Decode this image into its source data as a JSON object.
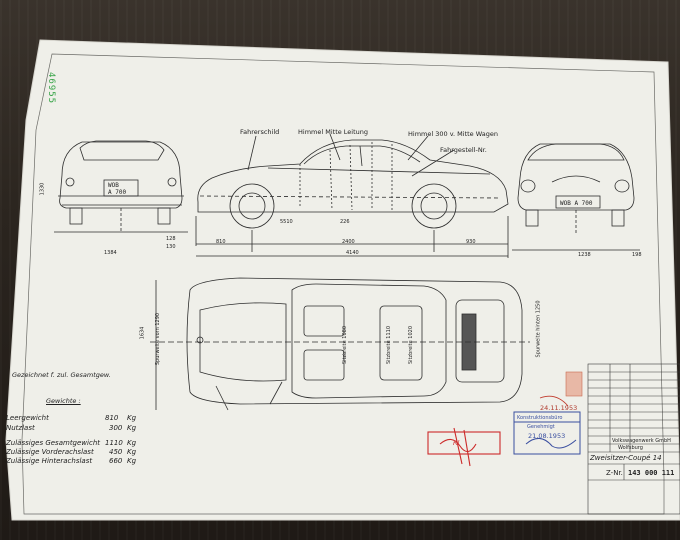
{
  "sheet": {
    "stamp_number": "46955",
    "scale_note": "Gezeichnet f. zul. Gesamtgew.",
    "weights_heading": "Gewichte :",
    "weights": [
      {
        "label": "Leergewicht",
        "value": "810",
        "unit": "Kg"
      },
      {
        "label": "Nutzlast",
        "value": "300",
        "unit": "Kg"
      },
      {
        "label": "Zulässiges Gesamtgewicht",
        "value": "1110",
        "unit": "Kg"
      },
      {
        "label": "Zulässige Vorderachslast",
        "value": "450",
        "unit": "Kg"
      },
      {
        "label": "Zulässige Hinterachslast",
        "value": "660",
        "unit": "Kg"
      }
    ],
    "annotations": {
      "fahrerschild": "Fahrerschild",
      "himmel_mitte_leitung": "Himmel Mitte Leitung",
      "himmel_300": "Himmel 300 v. Mitte Wagen",
      "fahrgestell": "Fahrgestell-Nr.",
      "plate_rear": "WOB A 700",
      "plate_front": "WOB A 700",
      "spurweite_vorn": "Spurweite vorn 1290",
      "spurweite_hinten": "Spurweite hinten 1250",
      "sitzbreite_1": "Sitzbreite 1080",
      "sitzbreite_2": "Sitzbreite 1110",
      "sitzbreite_3": "Sitzbreite 1020"
    },
    "dimensions": {
      "wheelbase": "2400",
      "length": "4140",
      "front_overhang": "810",
      "rear_overhang": "930",
      "side_front_clearance": "5510",
      "rear_width": "1384",
      "front_width": "1238",
      "front_offset": "198",
      "plan_width": "1634",
      "height_left": "1330",
      "d_128": "128",
      "d_130": "130",
      "d_226": "226"
    },
    "title_block": {
      "title": "Zweisitzer-Coupé 14",
      "z_nr_label": "Z-Nr.",
      "z_nr_value": "143 000 111",
      "company": "Volkswagenwerk GmbH",
      "city": "Wolfsburg"
    },
    "stamps": {
      "red": "Rl",
      "blue_line1": "Konstruktionsbüro",
      "blue_line2": "Genehmigt",
      "blue_date": "21.08.1953",
      "date_top": "24.11.1953"
    }
  }
}
